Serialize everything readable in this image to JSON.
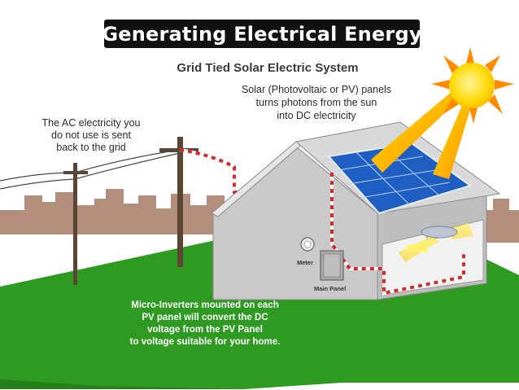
{
  "slide": {
    "title": "Generating Electrical Energy"
  },
  "diagram": {
    "subtitle": "Grid Tied Solar Electric System",
    "pv_note": [
      "Solar (Photovoltaic or PV) panels",
      "turns photons from the sun",
      "into DC electricity"
    ],
    "grid_note": [
      "The AC electricity you",
      "do not use is sent",
      "back to the grid"
    ],
    "inverter_note": [
      "Micro-Inverters mounted on each",
      "PV panel will convert the DC",
      "voltage from the PV Panel",
      "to voltage suitable for your home."
    ],
    "meter_label": "Meter",
    "main_panel_label": "Main Panel",
    "colors": {
      "grass": "#2f9a22",
      "city": "#b38e7c",
      "house_wall": "#c9c9c9",
      "roof": "#d8d8d8",
      "solar_panel": "#1f5fc4",
      "sun": "#ffd800",
      "sun_rays": "#ff8a00",
      "wire_red": "#d22b2b",
      "title_bg": "#111111"
    }
  }
}
